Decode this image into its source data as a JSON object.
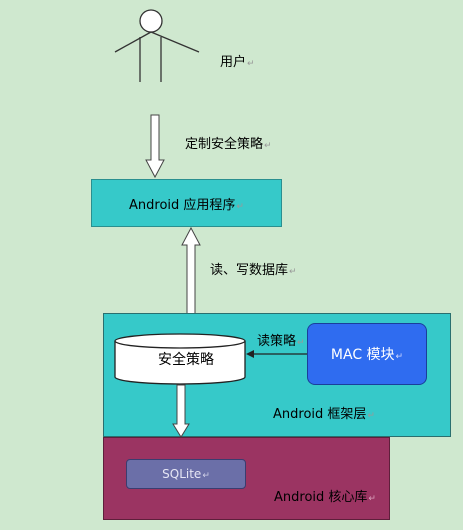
{
  "nodes": {
    "user": {
      "label": "用户"
    },
    "app": {
      "label": "Android  应用程序"
    },
    "policy": {
      "label": "安全策略"
    },
    "mac": {
      "label": "MAC 模块"
    },
    "framework": {
      "label": "Android  框架层"
    },
    "sqlite": {
      "label": "SQLite"
    },
    "core": {
      "label": "Android  核心库"
    }
  },
  "edges": {
    "user_to_app": {
      "label": "定制安全策略"
    },
    "app_to_policy": {
      "label": "读、写数据库"
    },
    "mac_to_policy": {
      "label": "读策略"
    }
  },
  "paragraph_mark": "↵",
  "colors": {
    "background": "#cfe8cf",
    "app": "#36c9c9",
    "framework": "#36c9c9",
    "core": "#9b3462",
    "mac": "#2f6cf0",
    "sqlite": "#6b6fa8"
  }
}
